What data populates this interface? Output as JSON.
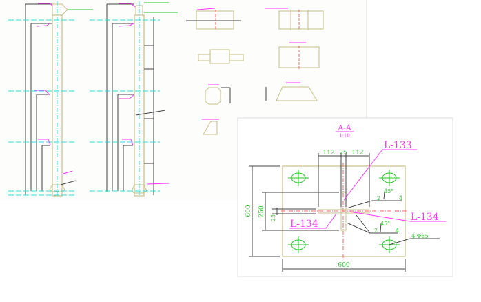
{
  "colors": {
    "dimension": "#22c922",
    "leader": "#ff33ff",
    "centerline": "#ff6666",
    "axis": "#33dddd",
    "plate": "#c8c08a",
    "line": "#333333"
  },
  "section": {
    "title": "A-A",
    "scale": "1:10",
    "labels": {
      "l133": "L-133",
      "l134_left": "L-134",
      "l134_right": "L-134"
    },
    "dimensions": {
      "top_left": "112",
      "top_mid": "25",
      "top_right": "112",
      "height_total": "600",
      "height_flange": "250",
      "thickness": "25",
      "width_total": "600",
      "bolt_holes": "4-Φ65"
    },
    "welds": [
      {
        "angle": "45°",
        "left": "2",
        "right": "4"
      },
      {
        "angle": "45°",
        "left": "2",
        "right": "4"
      }
    ]
  }
}
